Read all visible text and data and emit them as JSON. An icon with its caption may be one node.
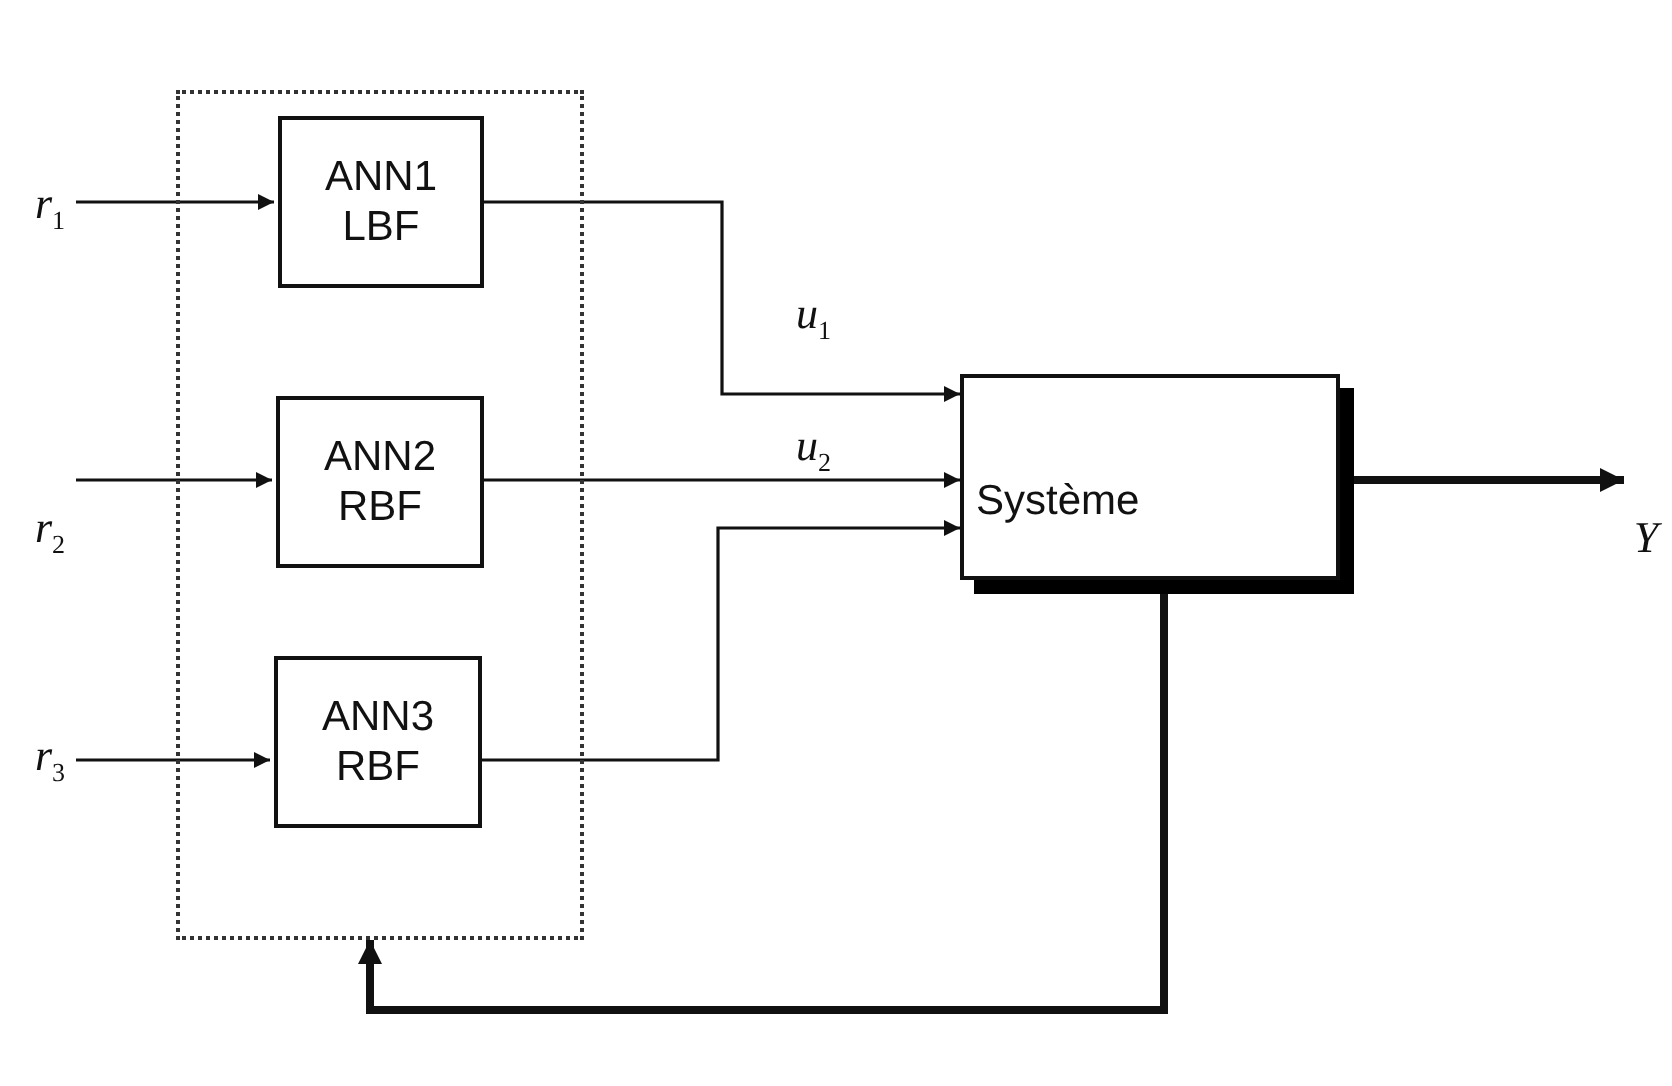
{
  "diagram": {
    "nodes": [
      {
        "text": [],
        "shape": "box"
      },
      {
        "text": [
          "ANN1 LBF"
        ],
        "in": 0
      },
      {
        "text": [
          "ANN2 RBF"
        ],
        "in": 0
      },
      {
        "text": [
          "ANN3 RBF"
        ],
        "in": 0
      },
      {
        "text": [
          "Système"
        ]
      },
      {
        "text": [
          "r$_{1}$"
        ]
      },
      {
        "text": [
          "r$_{2}$"
        ]
      },
      {
        "text": [
          "r$_{3}$"
        ]
      },
      {
        "text": [
          "Y"
        ]
      }
    ],
    "edges": [
      {
        "from": 5,
        "to": 1,
        "arrow": "to"
      },
      {
        "from": 6,
        "to": 2,
        "arrow": "to"
      },
      {
        "from": 7,
        "to": 3,
        "arrow": "to"
      },
      {
        "from": 1,
        "to": 4,
        "arrow": "to",
        "label": "u$_{1}$"
      },
      {
        "from": 2,
        "to": 4,
        "arrow": "to",
        "label": "u$_{2}$"
      },
      {
        "from": 3,
        "to": 4,
        "arrow": "to"
      },
      {
        "from": 4,
        "to": 8,
        "arrow": "to",
        "style": "thick"
      },
      {
        "from": 4,
        "to": 0,
        "arrow": "to",
        "style": "thick"
      }
    ]
  }
}
